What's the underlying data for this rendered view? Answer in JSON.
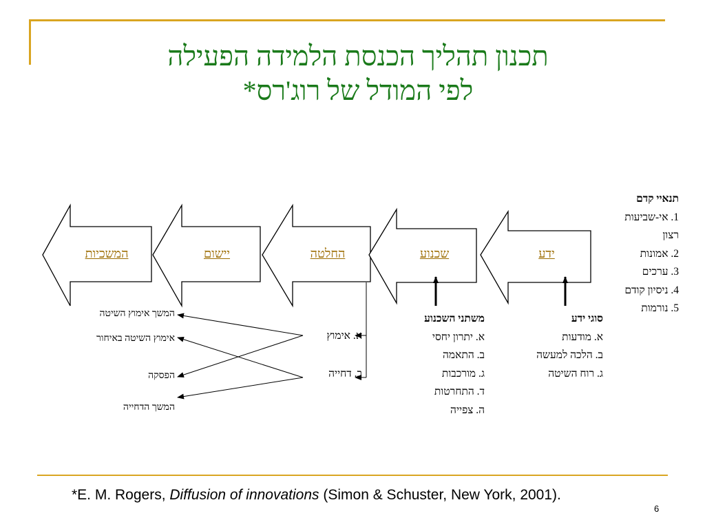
{
  "title": {
    "line1": "תכנון תהליך הכנסת הלמידה הפעילה",
    "line2": "לפי המודל של רוג'רס*"
  },
  "stages": [
    {
      "label": "המשכיות"
    },
    {
      "label": "יישום"
    },
    {
      "label": "החלטה"
    },
    {
      "label": "שכנוע"
    },
    {
      "label": "ידע"
    }
  ],
  "preconditions": {
    "heading": "תנאיי קדם",
    "items": [
      "1. אי-שביעות",
      "רצון",
      "2. אמונות",
      "3. ערכים",
      "4. ניסיון קודם",
      "5. נורמות"
    ]
  },
  "knowledge_types": {
    "heading": "סוגי ידע",
    "items": [
      "א. מודעות",
      "ב. הלכה למעשה",
      "ג. רוח השיטה"
    ]
  },
  "persuasion_vars": {
    "heading": "משתני השכנוע",
    "items": [
      "א. יתרון יחסי",
      "ב. התאמה",
      "ג. מורכבות",
      "ד. התחרטות",
      "ה. צפייה"
    ]
  },
  "decision": {
    "adopt": "א. אימוץ",
    "reject": "ב. דחייה"
  },
  "outcomes": [
    "המשך אימוץ השיטה",
    "אימוץ השיטה באיחור",
    "הפסקה",
    "המשך הדחייה"
  ],
  "footnote": {
    "prefix": "*E. M. Rogers, ",
    "italic": "Diffusion of innovations",
    "suffix": " (Simon & Schuster, New York, 2001)."
  },
  "page_number": "6",
  "colors": {
    "title": "#1a7a1a",
    "accent_rule": "#d9a521",
    "stage_label": "#9c6c00"
  }
}
